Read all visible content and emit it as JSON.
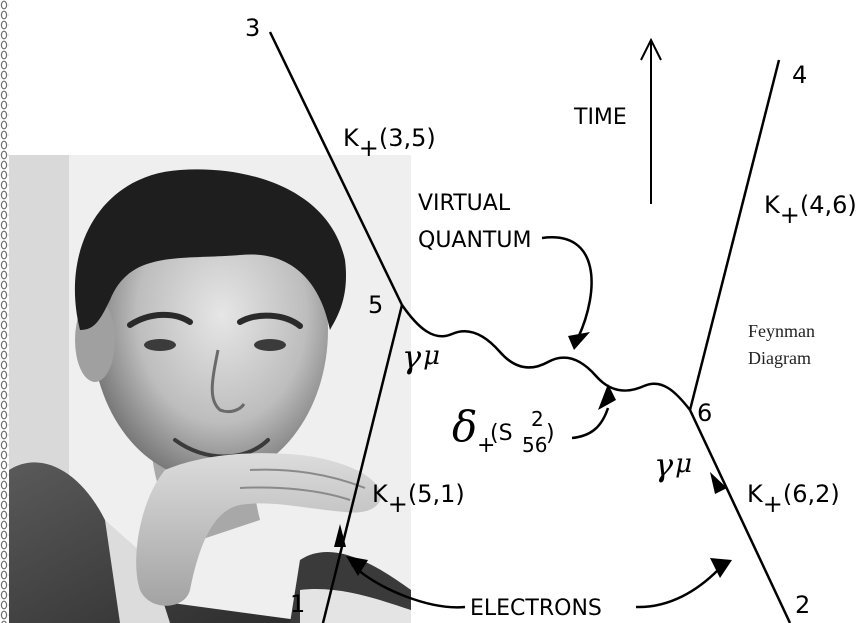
{
  "diagram": {
    "vertex_labels": {
      "p1": "1",
      "p2": "2",
      "p3": "3",
      "p4": "4",
      "v5": "5",
      "v6": "6"
    },
    "propagators": {
      "k35": {
        "base": "K",
        "sub": "+",
        "args": "(3,5)"
      },
      "k46": {
        "base": "K",
        "sub": "+",
        "args": "(4,6)"
      },
      "k51": {
        "base": "K",
        "sub": "+",
        "args": "(5,1)"
      },
      "k62": {
        "base": "K",
        "sub": "+",
        "args": "(6,2)"
      }
    },
    "gamma": {
      "symbol": "γ",
      "index": "μ"
    },
    "delta": {
      "symbol": "δ",
      "sub": "+",
      "open": "(S",
      "power": "2",
      "index": "56",
      "close": ")"
    },
    "virtual_quantum": {
      "line1": "VIRTUAL",
      "line2": "QUANTUM"
    },
    "electrons_label": "ELECTRONS",
    "time_label": "TIME",
    "caption": {
      "line1": "Feynman",
      "line2": "Diagram"
    }
  },
  "colors": {
    "ink": "#000000",
    "background": "#ffffff",
    "frame_pattern": "#7a7a7a",
    "photo_tones": [
      "#f0f0f0",
      "#bdbdbd",
      "#6b6b6b",
      "#1e1e1e"
    ]
  }
}
